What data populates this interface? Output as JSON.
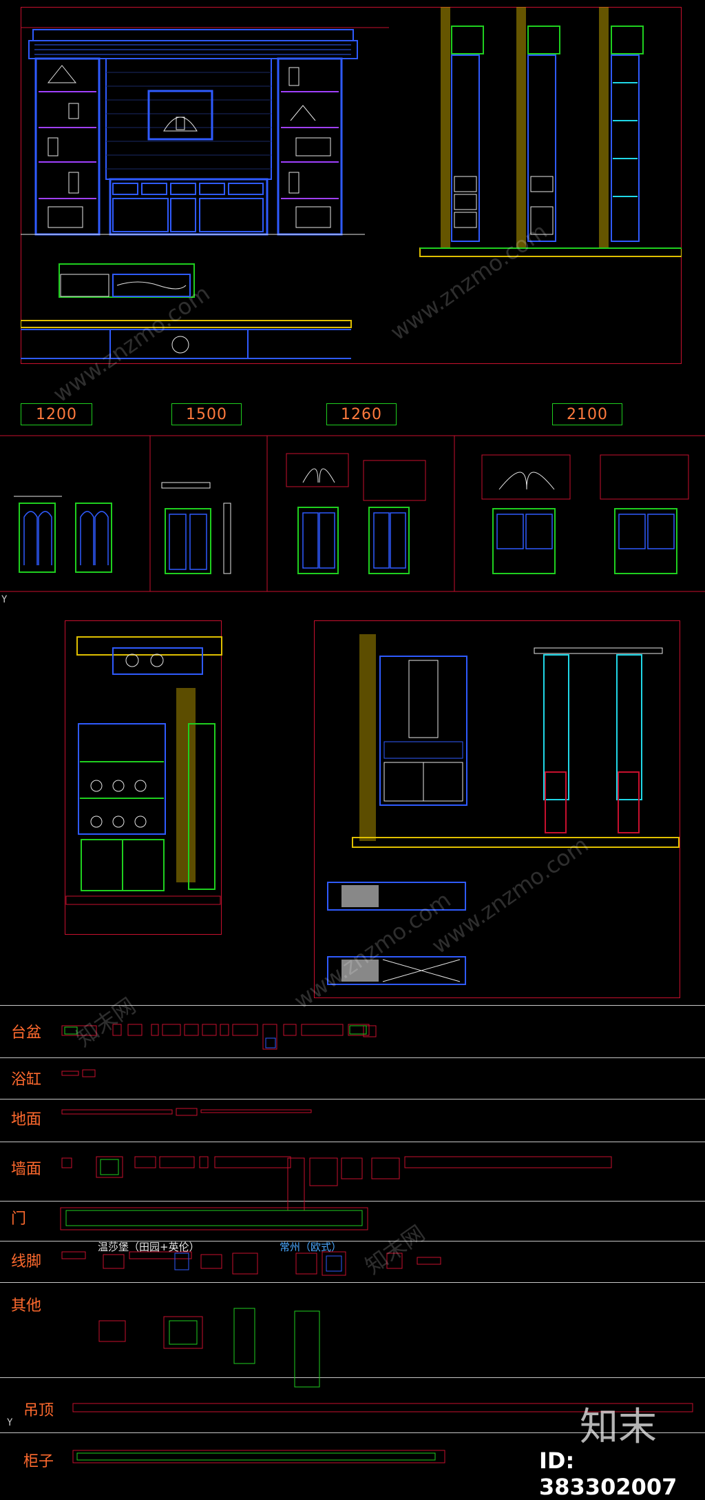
{
  "dimensions": [
    "1200",
    "1500",
    "1260",
    "2100"
  ],
  "categories": [
    {
      "label": "台盆"
    },
    {
      "label": "浴缸"
    },
    {
      "label": "地面"
    },
    {
      "label": "墙面"
    },
    {
      "label": "门"
    },
    {
      "label": "线脚"
    },
    {
      "label": "其他"
    },
    {
      "label": "吊顶"
    },
    {
      "label": "柜子"
    }
  ],
  "notes": {
    "baseboard_a": "温莎堡（田园+英伦）",
    "baseboard_b": "常州（欧式）"
  },
  "axis": {
    "y": "Y"
  },
  "watermark": "www.znzmo.com",
  "watermark_cn": "知末网",
  "logo": "知末",
  "id_text": "ID: 383302007",
  "colors": {
    "frame": "#c8102e",
    "cad_blue": "#2f5bff",
    "cad_green": "#1fd01f",
    "cad_yellow": "#e0c000",
    "cad_cyan": "#20d8e8",
    "label": "#ff6a2e"
  }
}
